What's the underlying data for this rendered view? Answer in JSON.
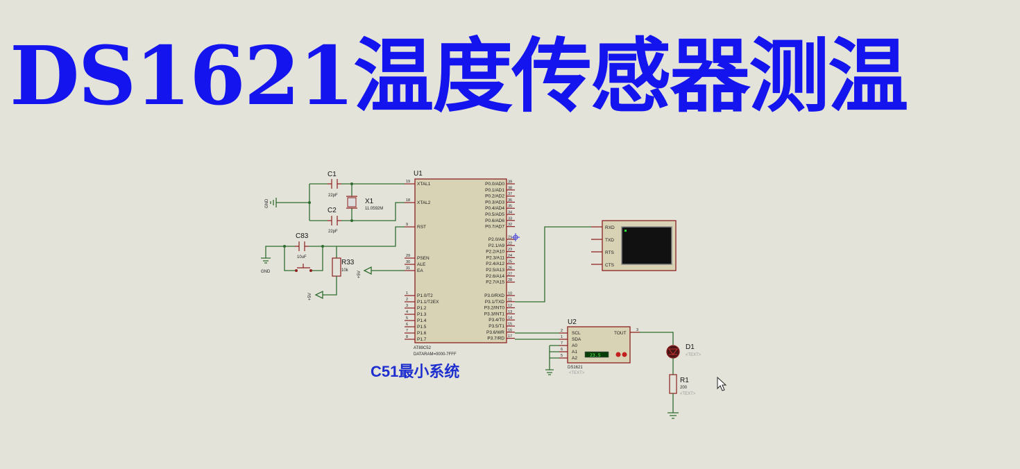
{
  "banner": {
    "title": "DS1621温度传感器测温"
  },
  "caption": "C51最小系统",
  "mcu": {
    "ref": "U1",
    "part": "AT89C52",
    "note": "DATARAM=0000-7FFF",
    "left_pins": [
      {
        "num": "19",
        "name": "XTAL1"
      },
      {
        "num": "18",
        "name": "XTAL2"
      },
      {
        "num": "9",
        "name": "RST"
      },
      {
        "num": "29",
        "name": "PSEN"
      },
      {
        "num": "30",
        "name": "ALE"
      },
      {
        "num": "31",
        "name": "EA"
      },
      {
        "num": "1",
        "name": "P1.0/T2"
      },
      {
        "num": "2",
        "name": "P1.1/T2EX"
      },
      {
        "num": "3",
        "name": "P1.2"
      },
      {
        "num": "4",
        "name": "P1.3"
      },
      {
        "num": "5",
        "name": "P1.4"
      },
      {
        "num": "6",
        "name": "P1.5"
      },
      {
        "num": "7",
        "name": "P1.6"
      },
      {
        "num": "8",
        "name": "P1.7"
      }
    ],
    "right_pins": [
      {
        "num": "39",
        "name": "P0.0/AD0"
      },
      {
        "num": "38",
        "name": "P0.1/AD1"
      },
      {
        "num": "37",
        "name": "P0.2/AD2"
      },
      {
        "num": "36",
        "name": "P0.3/AD3"
      },
      {
        "num": "35",
        "name": "P0.4/AD4"
      },
      {
        "num": "34",
        "name": "P0.5/AD5"
      },
      {
        "num": "33",
        "name": "P0.6/AD6"
      },
      {
        "num": "32",
        "name": "P0.7/AD7"
      },
      {
        "num": "21",
        "name": "P2.0/A8"
      },
      {
        "num": "22",
        "name": "P2.1/A9"
      },
      {
        "num": "23",
        "name": "P2.2/A10"
      },
      {
        "num": "24",
        "name": "P2.3/A11"
      },
      {
        "num": "25",
        "name": "P2.4/A12"
      },
      {
        "num": "26",
        "name": "P2.5/A13"
      },
      {
        "num": "27",
        "name": "P2.6/A14"
      },
      {
        "num": "28",
        "name": "P2.7/A15"
      },
      {
        "num": "10",
        "name": "P3.0/RXD"
      },
      {
        "num": "11",
        "name": "P3.1/TXD"
      },
      {
        "num": "12",
        "name": "P3.2/INT0"
      },
      {
        "num": "13",
        "name": "P3.3/INT1"
      },
      {
        "num": "14",
        "name": "P3.4/T0"
      },
      {
        "num": "15",
        "name": "P3.5/T1"
      },
      {
        "num": "16",
        "name": "P3.6/WR"
      },
      {
        "num": "17",
        "name": "P3.7/RD"
      }
    ]
  },
  "components": {
    "c1": {
      "ref": "C1",
      "value": "22pF"
    },
    "c2": {
      "ref": "C2",
      "value": "22pF"
    },
    "x1": {
      "ref": "X1",
      "value": "11.0592M"
    },
    "c83": {
      "ref": "C83",
      "value": "10uF"
    },
    "r33": {
      "ref": "R33",
      "value": "10k"
    },
    "gnd_labels": [
      "GND",
      "GND"
    ],
    "vcc_label": "+5V",
    "vcc_label2": "+5V"
  },
  "terminal": {
    "pins": [
      "RXD",
      "TXD",
      "RTS",
      "CTS"
    ]
  },
  "sensor": {
    "ref": "U2",
    "part": "DS1621",
    "text": "<TEXT>",
    "pins_left": [
      {
        "num": "2",
        "name": "SCL"
      },
      {
        "num": "1",
        "name": "SDA"
      },
      {
        "num": "7",
        "name": "A0"
      },
      {
        "num": "6",
        "name": "A1"
      },
      {
        "num": "5",
        "name": "A2"
      }
    ],
    "pin_right": {
      "num": "3",
      "name": "TOUT"
    },
    "display_value": "23.5"
  },
  "led": {
    "ref": "D1",
    "text": "<TEXT>"
  },
  "resistor": {
    "ref": "R1",
    "value": "200",
    "text": "<TEXT>"
  },
  "colors": {
    "background": "#e4e3da",
    "banner": "#1414ee",
    "caption": "#1e2fcf",
    "wire": "#2f6b2f",
    "component": "#8c1f1f",
    "chip_fill": "#d9d3b6"
  }
}
